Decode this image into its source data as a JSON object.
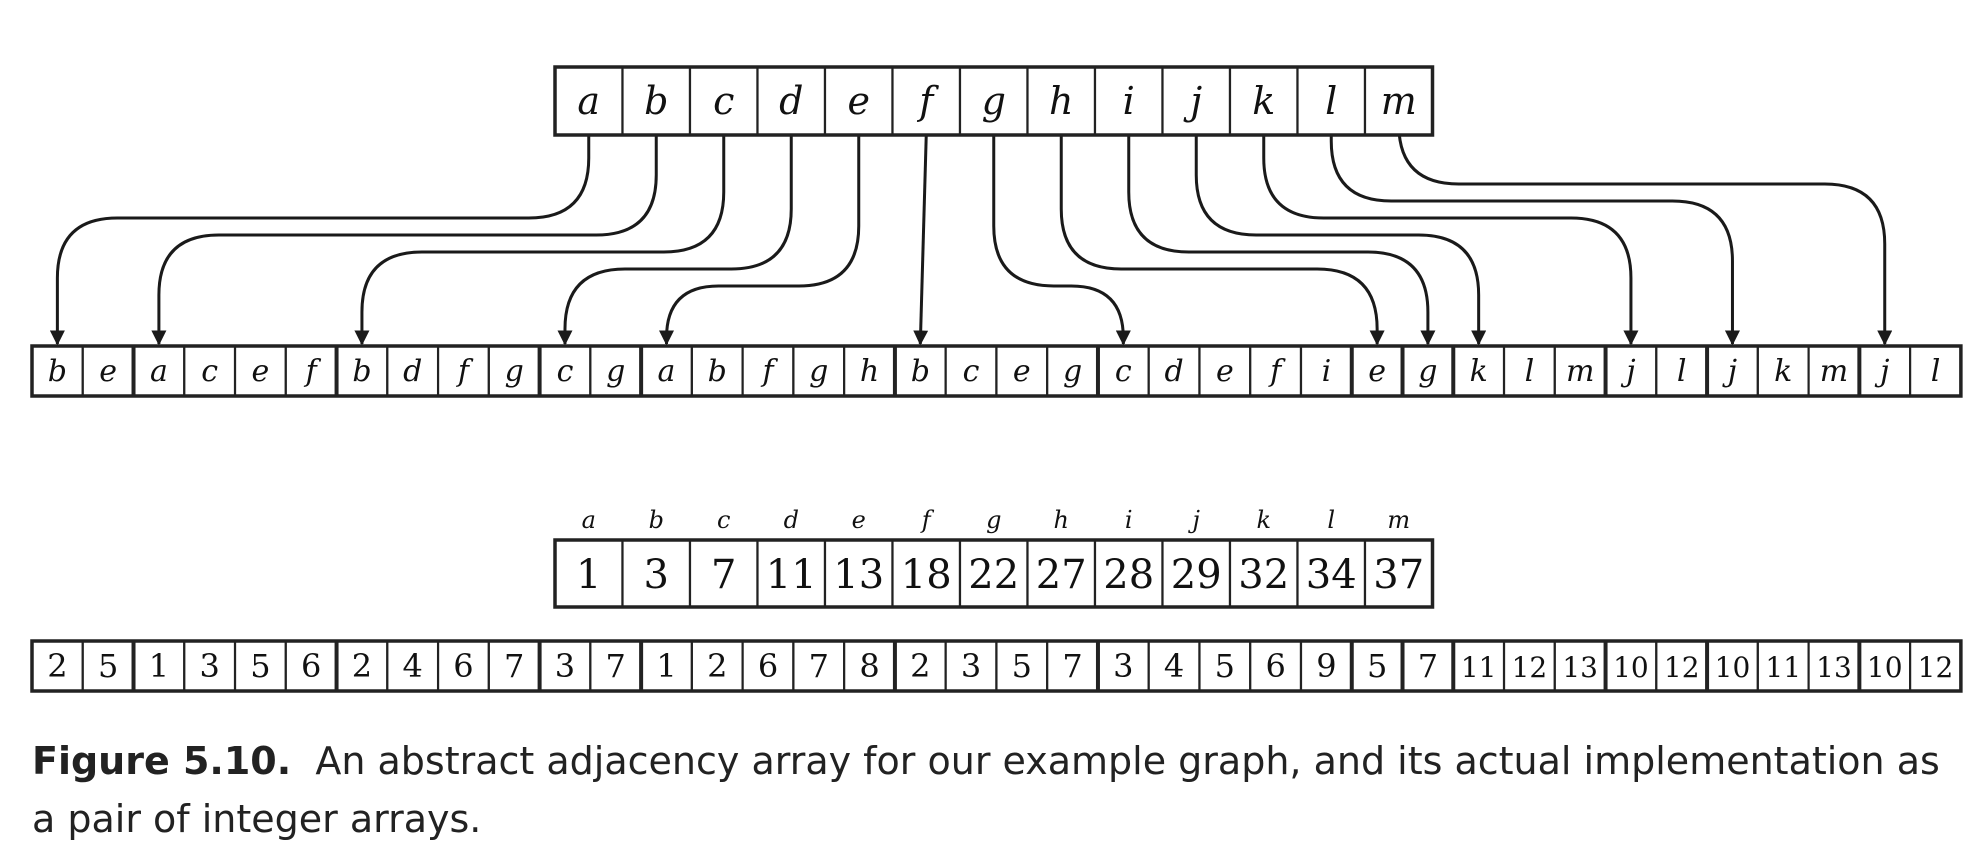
{
  "vertices": [
    "a",
    "b",
    "c",
    "d",
    "e",
    "f",
    "g",
    "h",
    "i",
    "j",
    "k",
    "l",
    "m"
  ],
  "abstract_adjacency": [
    [
      "b",
      "e"
    ],
    [
      "a",
      "c",
      "e",
      "f"
    ],
    [
      "b",
      "d",
      "f",
      "g"
    ],
    [
      "c",
      "g"
    ],
    [
      "a",
      "b",
      "f",
      "g",
      "h"
    ],
    [
      "b",
      "c",
      "e",
      "g"
    ],
    [
      "c",
      "d",
      "e",
      "f",
      "i"
    ],
    [
      "e"
    ],
    [
      "g"
    ],
    [
      "k",
      "l",
      "m"
    ],
    [
      "j",
      "l"
    ],
    [
      "j",
      "k",
      "m"
    ],
    [
      "j",
      "l"
    ]
  ],
  "offsets": [
    1,
    3,
    7,
    11,
    13,
    18,
    22,
    27,
    28,
    29,
    32,
    34,
    37
  ],
  "neighbor_ids": [
    2,
    5,
    1,
    3,
    5,
    6,
    2,
    4,
    6,
    7,
    3,
    7,
    1,
    2,
    6,
    7,
    8,
    2,
    3,
    5,
    7,
    3,
    4,
    5,
    6,
    9,
    5,
    7,
    11,
    12,
    13,
    10,
    12,
    10,
    11,
    13,
    10,
    12
  ],
  "caption": {
    "label": "Figure 5.10.",
    "text": "An abstract adjacency array for our example graph, and its actual implementation as a pair of integer arrays."
  }
}
